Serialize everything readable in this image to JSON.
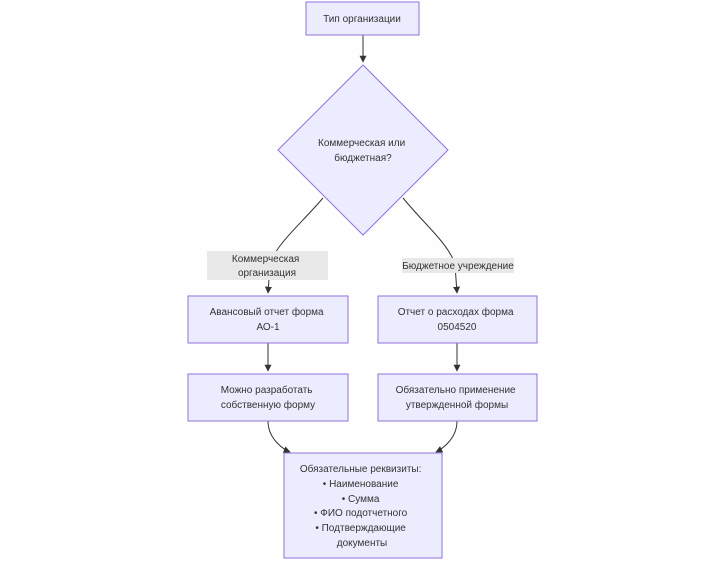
{
  "nodes": {
    "org_type": "Тип организации",
    "decision": [
      "Коммерческая или",
      "бюджетная?"
    ],
    "advance_report": [
      "Авансовый отчет форма",
      "АО-1"
    ],
    "expense_report": [
      "Отчет о расходах форма",
      "0504520"
    ],
    "custom_form": [
      "Можно разработать",
      "собственную форму"
    ],
    "approved_form": [
      "Обязательно применение",
      "утвержденной формы"
    ],
    "requisites": [
      "Обязательные реквизиты:",
      "• Наименование",
      "• Сумма",
      "• ФИО подотчетного",
      "• Подтверждающие",
      "документы"
    ]
  },
  "edge_labels": {
    "commercial": [
      "Коммерческая",
      "организация"
    ],
    "budget": [
      "Бюджетное учреждение"
    ]
  },
  "colors": {
    "node_fill": "#ececff",
    "node_stroke": "#9370db",
    "edge_stroke": "#333333",
    "edge_label_bg": "#e8e8e8"
  }
}
